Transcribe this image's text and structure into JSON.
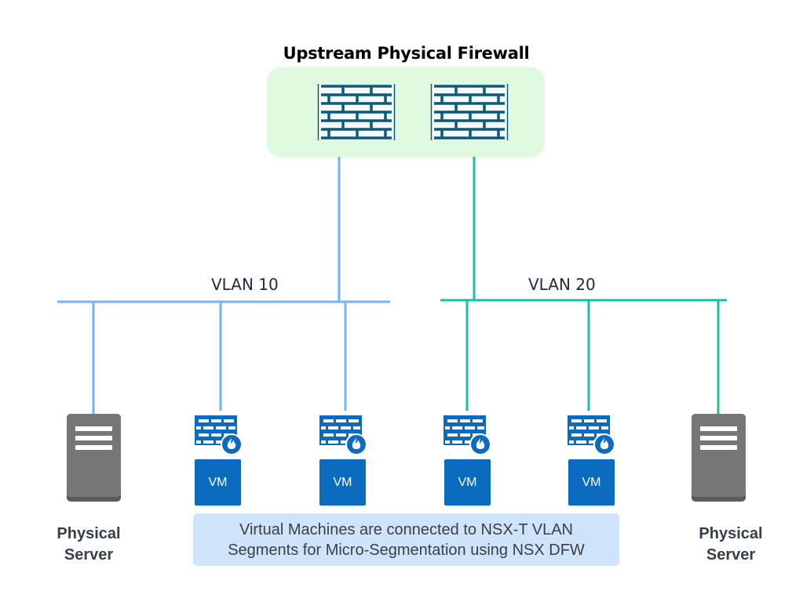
{
  "title": "Upstream Physical Firewall",
  "colors": {
    "vlan10": "#71b3fa",
    "vlan20": "#18c0a8",
    "firewall_zone": "#e0fadf",
    "brick": "#0a5a7e",
    "vm_blue": "#0b6cbf",
    "server_gray": "#767676",
    "note_bg": "#cfe4fb"
  },
  "vlans": [
    {
      "id": "vlan10",
      "label": "VLAN 10"
    },
    {
      "id": "vlan20",
      "label": "VLAN 20"
    }
  ],
  "physical_firewalls": [
    {
      "id": "fw-1",
      "icon": "brick-wall-icon",
      "uplink": "vlan10"
    },
    {
      "id": "fw-2",
      "icon": "brick-wall-icon",
      "uplink": "vlan20"
    }
  ],
  "endpoints": [
    {
      "type": "physical-server",
      "vlan": "vlan10",
      "label": "Physical Server"
    },
    {
      "type": "vm",
      "vlan": "vlan10",
      "label": "VM",
      "dfw_icon": "distributed-firewall-icon"
    },
    {
      "type": "vm",
      "vlan": "vlan10",
      "label": "VM",
      "dfw_icon": "distributed-firewall-icon"
    },
    {
      "type": "vm",
      "vlan": "vlan20",
      "label": "VM",
      "dfw_icon": "distributed-firewall-icon"
    },
    {
      "type": "vm",
      "vlan": "vlan20",
      "label": "VM",
      "dfw_icon": "distributed-firewall-icon"
    },
    {
      "type": "physical-server",
      "vlan": "vlan20",
      "label": "Physical Server"
    }
  ],
  "server_label_lines": [
    "Physical",
    "Server"
  ],
  "note": {
    "line1": "Virtual Machines are connected to NSX-T VLAN",
    "line2": "Segments for Micro-Segmentation using NSX DFW"
  }
}
